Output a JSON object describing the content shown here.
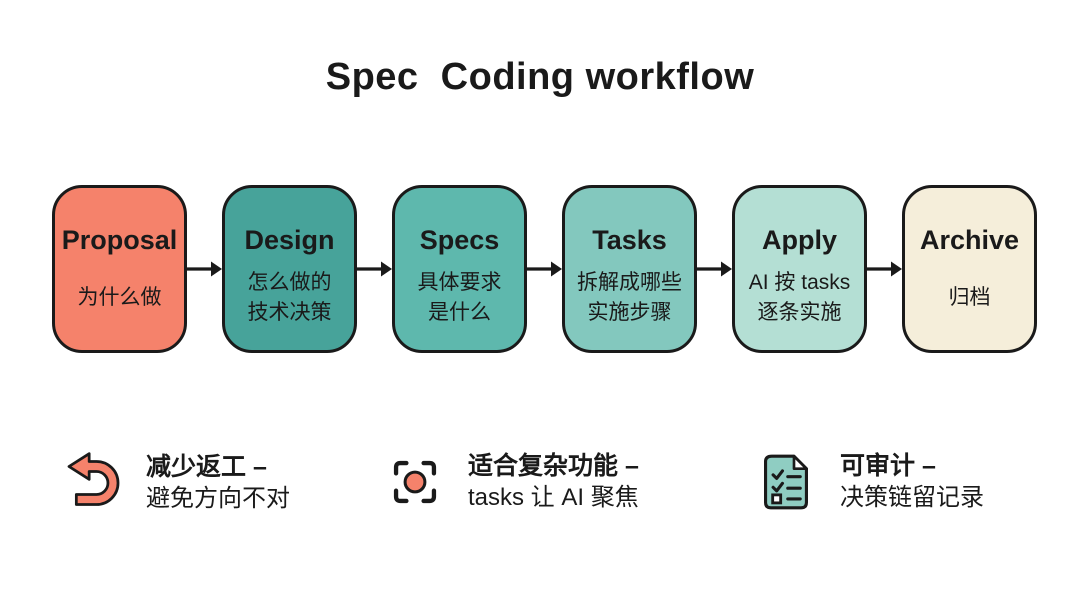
{
  "page": {
    "title": "Spec  Coding workflow",
    "background": "#FFFFFF"
  },
  "workflow": {
    "connector": "arrow-right",
    "steps": [
      {
        "label": "Proposal",
        "desc_lines": [
          "为什么做"
        ],
        "color": "#F5826B"
      },
      {
        "label": "Design",
        "desc_lines": [
          "怎么做的",
          "技术决策"
        ],
        "color": "#47A39A"
      },
      {
        "label": "Specs",
        "desc_lines": [
          "具体要求",
          "是什么"
        ],
        "color": "#5EB8AD"
      },
      {
        "label": "Tasks",
        "desc_lines": [
          "拆解成哪些",
          "实施步骤"
        ],
        "color": "#83C8BE"
      },
      {
        "label": "Apply",
        "desc_lines": [
          "AI 按 tasks",
          "逐条实施"
        ],
        "color": "#B4DFD4"
      },
      {
        "label": "Archive",
        "desc_lines": [
          "归档"
        ],
        "color": "#F5EEDA"
      }
    ]
  },
  "features": [
    {
      "icon": "undo-arrow-icon",
      "title": "减少返工 –",
      "description": "避免方向不对"
    },
    {
      "icon": "focus-frame-icon",
      "title": "适合复杂功能 –",
      "description": "tasks 让 AI 聚焦"
    },
    {
      "icon": "audit-checklist-icon",
      "title": "可审计 –",
      "description": "决策链留记录"
    }
  ],
  "colors": {
    "ink": "#1A1A1A",
    "coral": "#F5826B",
    "icon_teal": "#8FCDC2",
    "background": "#FFFFFF"
  }
}
